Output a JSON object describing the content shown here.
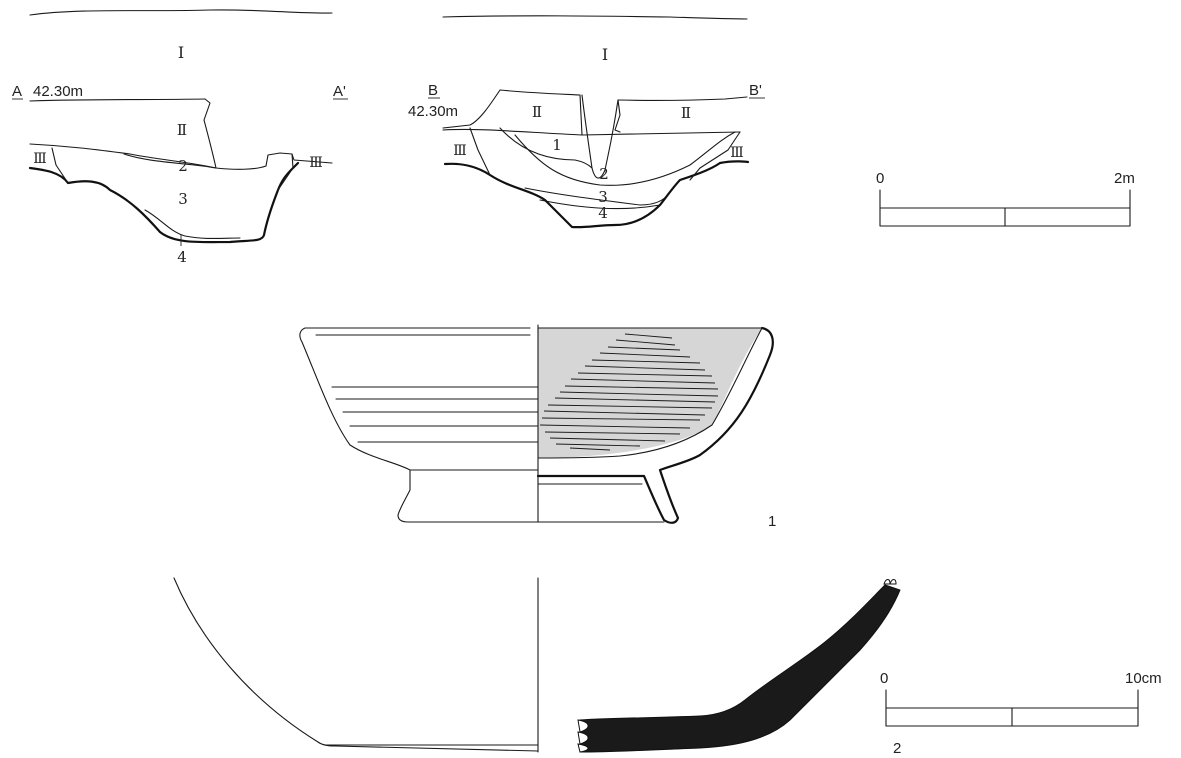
{
  "section_a": {
    "layer_1": "Ⅰ",
    "label_left": "A",
    "label_right": "A'",
    "elevation": "42.30m",
    "layer_2": "Ⅱ",
    "layer_3_left": "Ⅲ",
    "layer_3_right": "Ⅲ",
    "fill_2": "2",
    "fill_3": "3",
    "fill_4": "4"
  },
  "section_b": {
    "layer_1": "Ⅰ",
    "label_left": "B",
    "label_right": "B'",
    "elevation": "42.30m",
    "layer_2_left": "Ⅱ",
    "layer_2_right": "Ⅱ",
    "layer_3_left": "Ⅲ",
    "layer_3_right": "Ⅲ",
    "fill_1": "1",
    "fill_2": "2",
    "fill_3": "3",
    "fill_4": "4"
  },
  "scale_2m": {
    "start": "0",
    "end": "2m"
  },
  "artifact_1": {
    "number": "1"
  },
  "artifact_2": {
    "number": "2"
  },
  "scale_10cm": {
    "start": "0",
    "end": "10cm"
  },
  "colors": {
    "ink": "#111111",
    "shade": "#d6d6d6",
    "section_fill": "#1a1a1a"
  }
}
